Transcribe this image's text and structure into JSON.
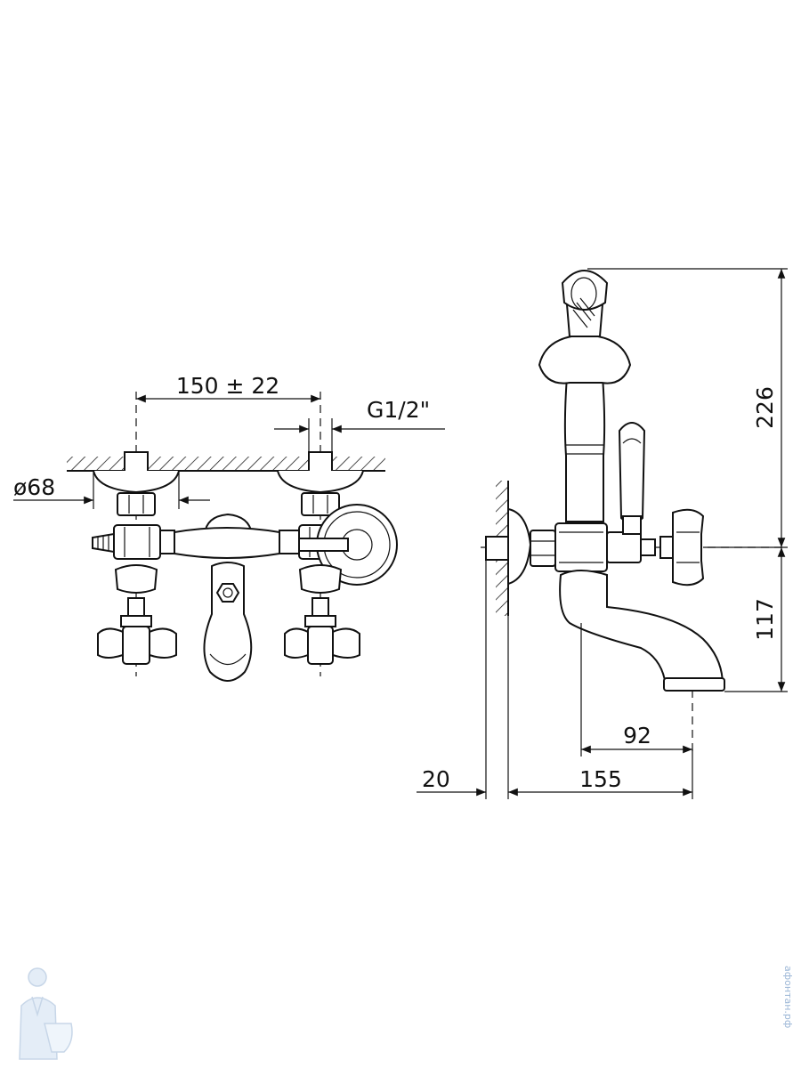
{
  "dimensions": {
    "spacing": "150 ± 22",
    "thread": "G1/2\"",
    "flange_diameter": "ø68",
    "height_top": "226",
    "height_bottom": "117",
    "spout_reach": "92",
    "total_depth": "155",
    "wall_offset": "20"
  },
  "watermark": {
    "text": "афонтан.рф"
  },
  "colors": {
    "line": "#111111",
    "watermark": "#9bb6d6"
  }
}
